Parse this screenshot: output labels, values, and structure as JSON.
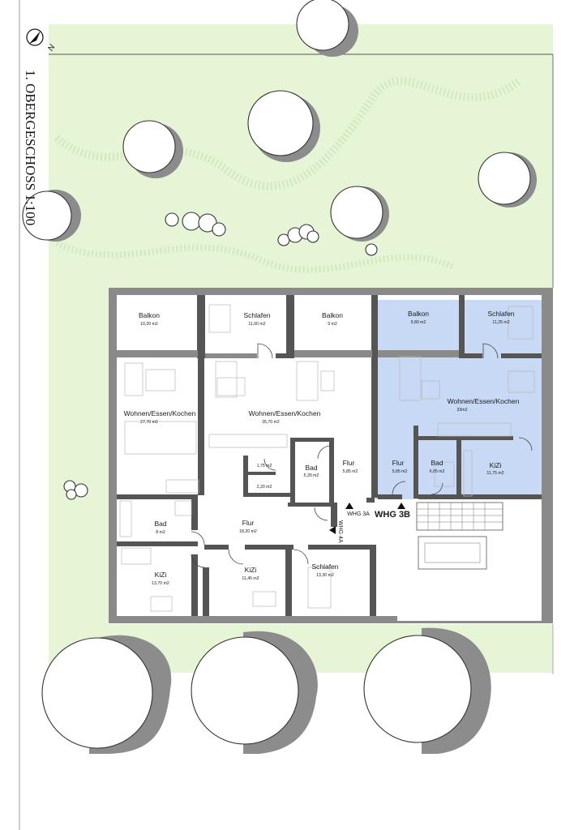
{
  "plan": {
    "title": "1. OBERGESCHOSS 1:100",
    "north_label": "N",
    "highlight_color": "#c7d9f5",
    "garden_color": "#e6f5d5"
  },
  "rooms": [
    {
      "id": "balkon-1",
      "name": "Balkon",
      "area": "10,20 m2"
    },
    {
      "id": "schlafen-1",
      "name": "Schlafen",
      "area": "11,60 m2"
    },
    {
      "id": "balkon-2",
      "name": "Balkon",
      "area": "9 m2"
    },
    {
      "id": "balkon-3",
      "name": "Balkon",
      "area": "9,80 m2"
    },
    {
      "id": "schlafen-2",
      "name": "Schlafen",
      "area": "11,25 m2"
    },
    {
      "id": "wek-1",
      "name": "Wohnen/Essen/Kochen",
      "area": "27,70 m2"
    },
    {
      "id": "wek-2",
      "name": "Wohnen/Essen/Kochen",
      "area": "35,70 m2"
    },
    {
      "id": "wek-3",
      "name": "Wohnen/Essen/Kochen",
      "area": "33m2"
    },
    {
      "id": "abst-1",
      "name": "",
      "area": "1,75 m2"
    },
    {
      "id": "abst-2",
      "name": "",
      "area": "2,20 m2"
    },
    {
      "id": "bad-1",
      "name": "Bad",
      "area": "5,30 m2"
    },
    {
      "id": "flur-1",
      "name": "Flur",
      "area": "5,85 m2"
    },
    {
      "id": "flur-2",
      "name": "Flur",
      "area": "5,85 m2"
    },
    {
      "id": "bad-2",
      "name": "Bad",
      "area": "6,05 m2"
    },
    {
      "id": "kizi-1",
      "name": "KiZi",
      "area": "11,75 m2"
    },
    {
      "id": "bad-3",
      "name": "Bad",
      "area": "8 m2"
    },
    {
      "id": "flur-3",
      "name": "Flur",
      "area": "18,20 m2"
    },
    {
      "id": "kizi-2",
      "name": "KiZi",
      "area": "13,70 m2"
    },
    {
      "id": "kizi-3",
      "name": "KiZi",
      "area": "11,45 m2"
    },
    {
      "id": "schlafen-3",
      "name": "Schlafen",
      "area": "13,30 m2"
    }
  ],
  "entrances": {
    "whg_3a": "WHG 3A",
    "whg_3b": "WHG 3B",
    "whg_4a": "WHG 4A"
  }
}
